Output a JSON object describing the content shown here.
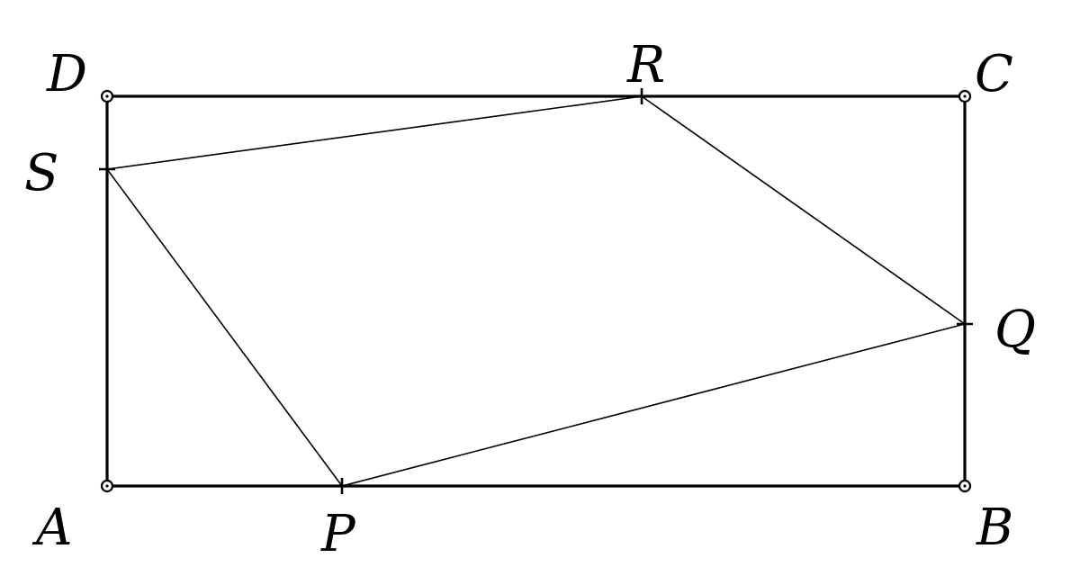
{
  "labels": {
    "A": "A",
    "B": "B",
    "C": "C",
    "D": "D",
    "P": "P",
    "Q": "Q",
    "R": "R",
    "S": "S"
  },
  "rectangle": [
    "A",
    "B",
    "C",
    "D"
  ],
  "quadrilateral": [
    "P",
    "Q",
    "R",
    "S"
  ],
  "corner_points": [
    "A",
    "B",
    "C",
    "D"
  ],
  "tick_points": [
    "P",
    "Q",
    "R",
    "S"
  ]
}
